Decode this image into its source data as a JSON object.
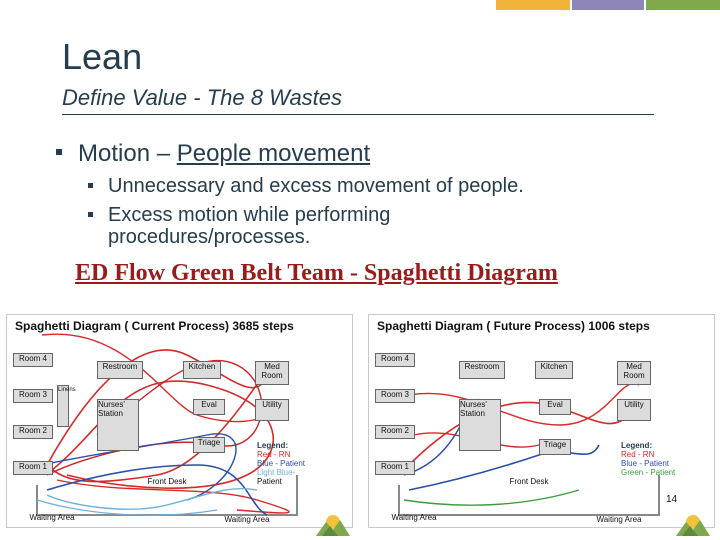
{
  "slide": {
    "title": "Lean",
    "subtitle": "Define Value - The 8 Wastes",
    "bullet_main_prefix": "Motion – ",
    "bullet_main_underlined": "People movement",
    "sub_bullets": [
      "Unnecessary and excess movement of people.",
      "Excess motion while performing",
      "procedures/processes."
    ],
    "heading": "ED Flow Green Belt Team - Spaghetti Diagram",
    "page_number": "14"
  },
  "diagrams": [
    {
      "title": "Spaghetti  Diagram ( Current Process) 3685 steps",
      "rooms": [
        "Room 4",
        "Room 3",
        "Room 2",
        "Room 1"
      ],
      "restroom": "Restroom",
      "kitchen": "Kitchen",
      "med_room": "Med\nRoom",
      "eval": "Eval",
      "utility": "Utility",
      "nurses_station": "Nurses'\nStation",
      "triage": "Triage",
      "front_desk": "Front Desk",
      "waiting_area_left": "Waiting Area",
      "waiting_area_right": "Waiting Area",
      "linens": "Linens",
      "legend_title": "Legend:",
      "legend": [
        "Red - RN",
        "Blue - Patient",
        "Light Blue-",
        "Patient"
      ]
    },
    {
      "title": "Spaghetti  Diagram ( Future Process) 1006 steps",
      "rooms": [
        "Room 4",
        "Room 3",
        "Room 2",
        "Room 1"
      ],
      "restroom": "Restroom",
      "kitchen": "Kitchen",
      "med_room": "Med\nRoom",
      "eval": "Eval",
      "utility": "Utility",
      "nurses_station": "Nurses'\nStation",
      "triage": "Triage",
      "front_desk": "Front Desk",
      "waiting_area_left": "Waiting Area",
      "waiting_area_right": "Waiting Area",
      "legend_title": "Legend:",
      "legend": [
        "Red - RN",
        "Blue - Patient",
        "Green - Patient"
      ]
    }
  ],
  "colors": {
    "accent_orange": "#f2b33d",
    "accent_purple": "#8f86b8",
    "accent_green": "#7fa74c",
    "heading_red": "#9b1b1b",
    "rn_red": "#d62a2a",
    "patient_blue": "#2a4fa8",
    "patient_light_blue": "#6fb0d8",
    "patient_green": "#3e9a3e"
  },
  "icons": [
    "mountain-logo-icon"
  ]
}
